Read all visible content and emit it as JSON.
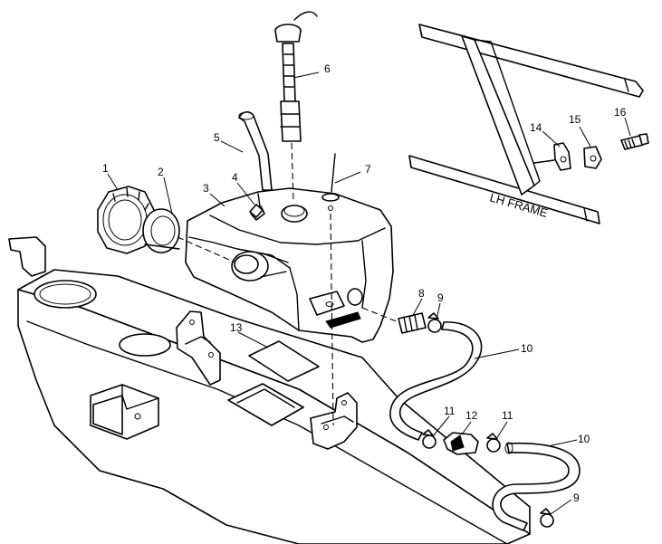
{
  "frame_label": "LH FRAME",
  "callouts": {
    "c1": "1",
    "c2": "2",
    "c3": "3",
    "c4": "4",
    "c5": "5",
    "c6": "6",
    "c7": "7",
    "c8": "8",
    "c9a": "9",
    "c9b": "9",
    "c10a": "10",
    "c10b": "10",
    "c11a": "11",
    "c11b": "11",
    "c12": "12",
    "c13": "13",
    "c14": "14",
    "c15": "15",
    "c16": "16"
  }
}
